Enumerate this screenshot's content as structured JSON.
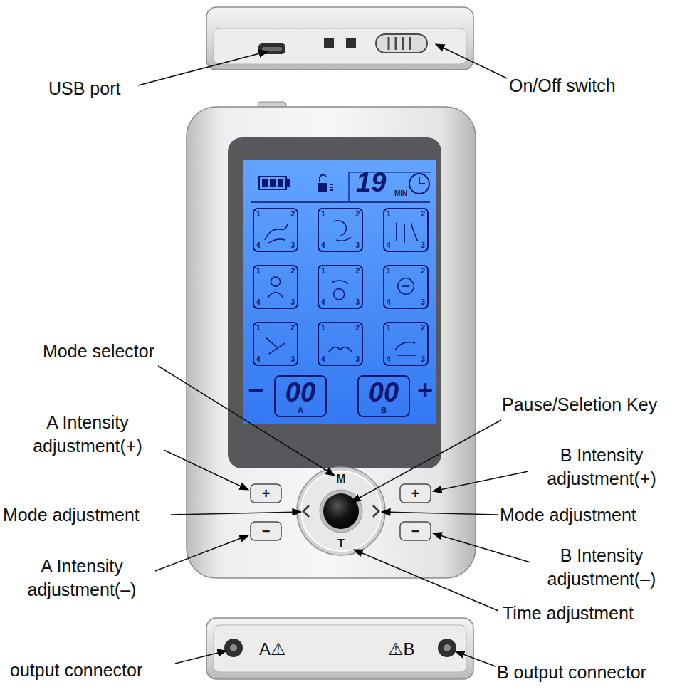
{
  "diagram": {
    "nodes": [
      {
        "text": [
          "19",
          "MIN",
          "−",
          "+"
        ]
      },
      {
        "text": [
          "1",
          "2",
          "4",
          "3"
        ],
        "in": 0
      },
      {
        "text": [
          "1",
          "2",
          "4",
          "3"
        ],
        "in": 0
      },
      {
        "text": [
          "1",
          "2",
          "4",
          "3"
        ],
        "in": 0
      },
      {
        "text": [
          "1",
          "2",
          "4",
          "3"
        ],
        "in": 0
      },
      {
        "text": [
          "1",
          "2",
          "4",
          "3"
        ],
        "in": 0
      },
      {
        "text": [
          "1",
          "2",
          "4",
          "3"
        ],
        "in": 0
      },
      {
        "text": [
          "1",
          "2",
          "4",
          "3"
        ],
        "in": 0
      },
      {
        "text": [
          "1",
          "2",
          "4",
          "3"
        ],
        "in": 0
      },
      {
        "text": [
          "1",
          "2",
          "4",
          "3"
        ],
        "in": 0
      },
      {
        "text": [
          "00",
          "A"
        ],
        "in": 0
      },
      {
        "text": [
          "00",
          "B"
        ],
        "in": 0
      },
      {
        "text": [
          "+"
        ]
      },
      {
        "text": [
          "M",
          "T"
        ]
      },
      {
        "text": [
          "+"
        ]
      },
      {
        "text": [
          "−"
        ]
      },
      {
        "text": [
          "−"
        ]
      }
    ],
    "labels": [
      "USB port",
      "On/Off switch",
      "Mode selector",
      "Pause/Seletion Key",
      "A Intensity adjustment(+)",
      "B Intensity adjustment(+)",
      "Mode adjustment",
      "Mode adjustment",
      "B Intensity adjustment(–)",
      "A Intensity adjustment(–)",
      "Time adjustment",
      "A⚠",
      "⚠B",
      "output connector",
      "B output connector"
    ]
  }
}
